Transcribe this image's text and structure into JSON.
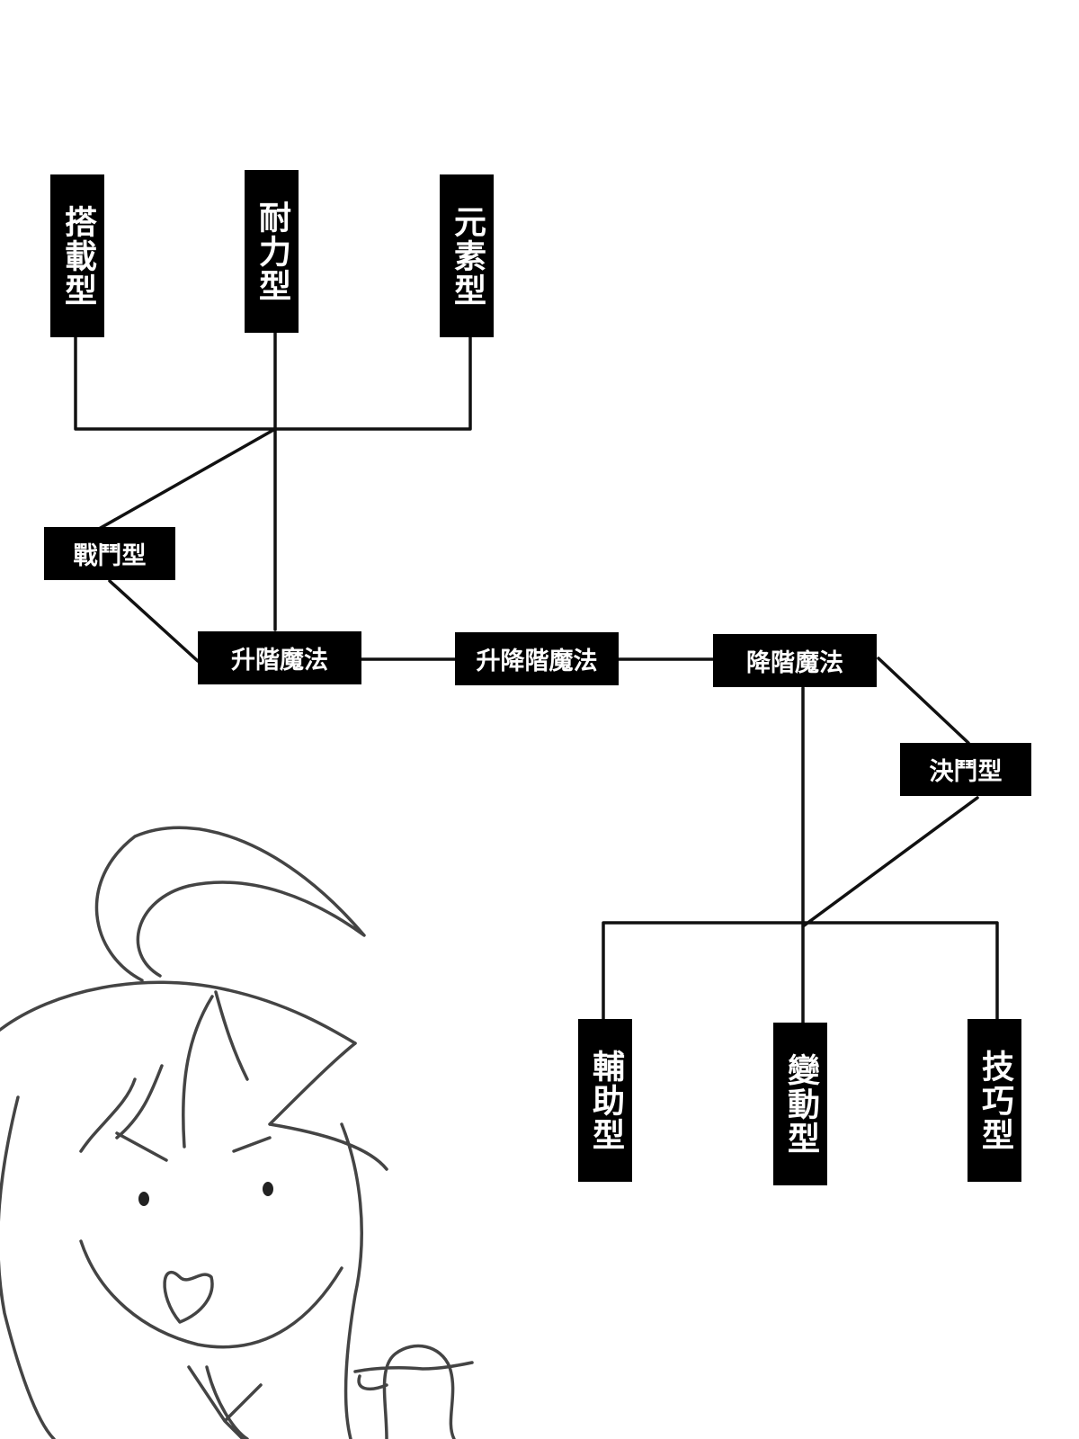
{
  "diagram": {
    "center": "升降階魔法",
    "left_branch": {
      "hub": "升階魔法",
      "side": "戰鬥型",
      "top_types": [
        "搭載型",
        "耐力型",
        "元素型"
      ]
    },
    "right_branch": {
      "hub": "降階魔法",
      "side": "決鬥型",
      "bottom_types": [
        "輔助型",
        "變動型",
        "技巧型"
      ]
    }
  },
  "colors": {
    "box_fill": "#000000",
    "box_text": "#ffffff",
    "line": "#111111",
    "sketch": "#444444"
  }
}
